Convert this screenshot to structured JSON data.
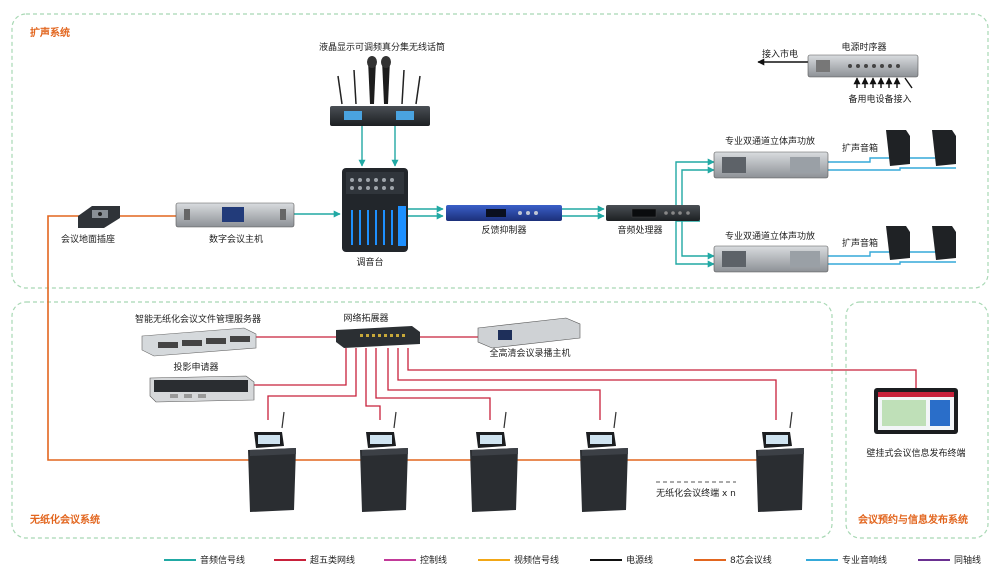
{
  "sections": {
    "pa": "扩声系统",
    "paperless": "无纸化会议系统",
    "booking": "会议预约与信息发布系统"
  },
  "devices": {
    "wireless_mic": "液晶显示可调频真分集无线话筒",
    "mixer": "调音台",
    "digital_host": "数字会议主机",
    "floor_socket": "会议地面插座",
    "feedback": "反馈抑制器",
    "processor": "音频处理器",
    "amp_top": "专业双通道立体声功放",
    "amp_bottom": "专业双通道立体声功放",
    "speaker_top": "扩声音箱",
    "speaker_bottom": "扩声音箱",
    "power_seq": "电源时序器",
    "mains_in": "接入市电",
    "backup_power": "备用电设备接入",
    "switch": "网络拓展器",
    "server": "智能无纸化会议文件管理服务器",
    "proj_app": "投影申请器",
    "recorder": "全高清会议录播主机",
    "terminal_n": "无纸化会议终端 x n",
    "wall_terminal": "壁挂式会议信息发布终端"
  },
  "legend": [
    {
      "label": "音频信号线",
      "color": "#21a9a4"
    },
    {
      "label": "超五类网线",
      "color": "#c8213b"
    },
    {
      "label": "控制线",
      "color": "#c23a99"
    },
    {
      "label": "视频信号线",
      "color": "#f2a716"
    },
    {
      "label": "电源线",
      "color": "#111111"
    },
    {
      "label": "8芯会议线",
      "color": "#e2661f"
    },
    {
      "label": "专业音响线",
      "color": "#35a9d9"
    },
    {
      "label": "同轴线",
      "color": "#6a3091"
    }
  ],
  "colors": {
    "audio": "#21a9a4",
    "network": "#c8213b",
    "meeting": "#e2661f",
    "speaker": "#35a9d9",
    "power": "#111111",
    "frame": "#a8d8b4"
  }
}
